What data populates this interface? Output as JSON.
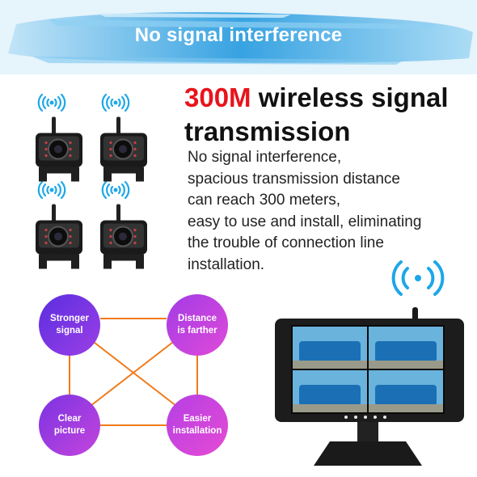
{
  "banner": {
    "title": "No signal interference",
    "brush_color": "#3aa6e0"
  },
  "headline": {
    "accent": "300M",
    "rest": "wireless signal",
    "line2": "transmission",
    "accent_color": "#e8141c"
  },
  "description": {
    "lines": [
      "No signal interference,",
      "spacious transmission distance",
      "can reach 300 meters,",
      "easy to use and install, eliminating",
      "the trouble of connection line",
      "installation."
    ]
  },
  "features": [
    {
      "line1": "Stronger",
      "line2": "signal"
    },
    {
      "line1": "Distance",
      "line2": "is farther"
    },
    {
      "line1": "Clear",
      "line2": "picture"
    },
    {
      "line1": "Easier",
      "line2": "installation"
    }
  ],
  "colors": {
    "node_from": "#5a2ee0",
    "node_to": "#e04ad8",
    "connector": "#f07a1a",
    "wifi": "#1da7e8"
  },
  "icons": [
    "wifi-icon",
    "camera-icon",
    "monitor-icon"
  ]
}
